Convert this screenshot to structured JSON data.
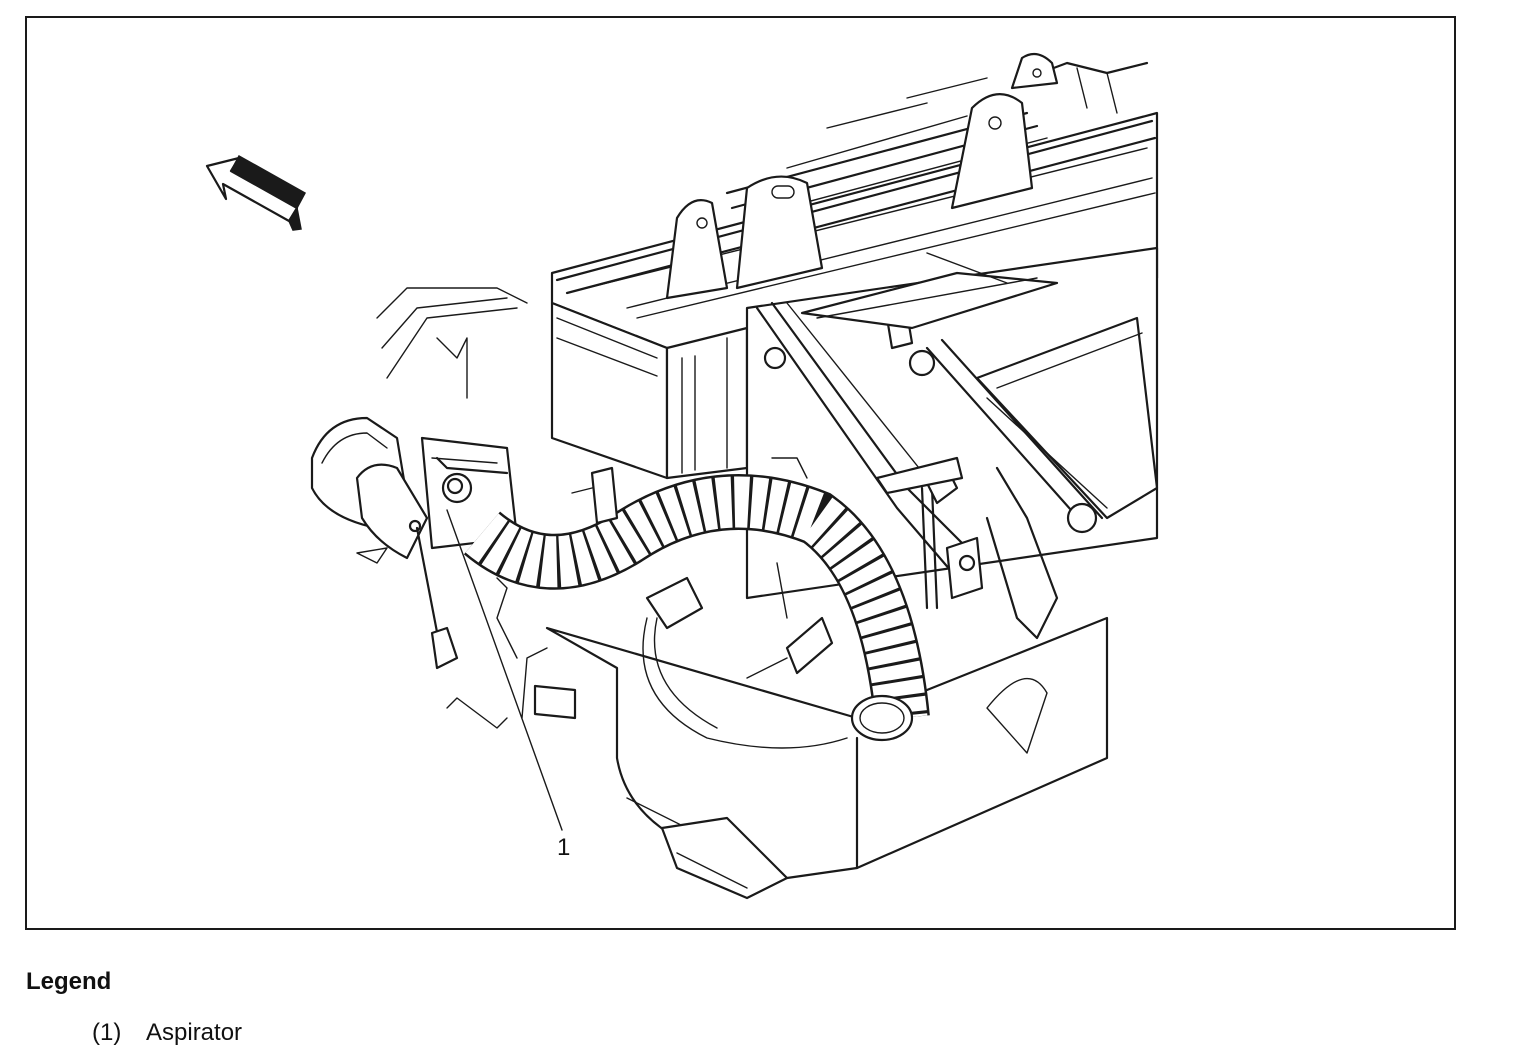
{
  "diagram": {
    "callouts": [
      {
        "id": "1",
        "label": "1"
      }
    ]
  },
  "legend": {
    "title": "Legend",
    "items": [
      {
        "number": "(1)",
        "text": "Aspirator"
      }
    ]
  }
}
